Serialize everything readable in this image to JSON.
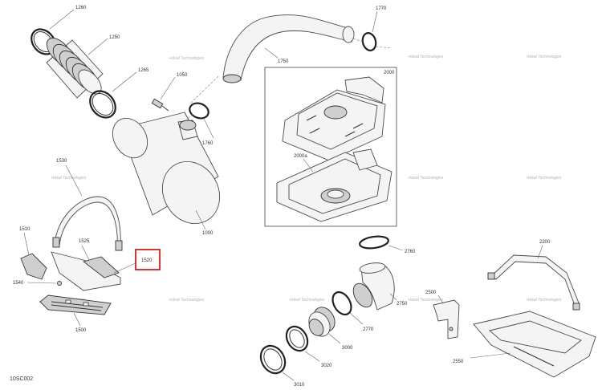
{
  "footer_code": "10SC002",
  "watermark": "+Ideal Technologies",
  "highlight_color": "#d10000",
  "callouts": {
    "c1260": "1260",
    "c1250": "1250",
    "c1265": "1265",
    "c1050": "1050",
    "c1760": "1760",
    "c1750": "1750",
    "c1770": "1770",
    "c2000": "2000",
    "c2000a": "2000a",
    "c1000": "1000",
    "c1530": "1530",
    "c1510": "1510",
    "c1525": "1525",
    "c1520": "1520",
    "c1540": "1540",
    "c1500": "1500",
    "c2760": "2760",
    "c2750": "2750",
    "c2770": "2770",
    "c3000": "3000",
    "c3020": "3020",
    "c3010": "3010",
    "c2550": "2550",
    "c2500": "2500",
    "c2200": "2200"
  }
}
